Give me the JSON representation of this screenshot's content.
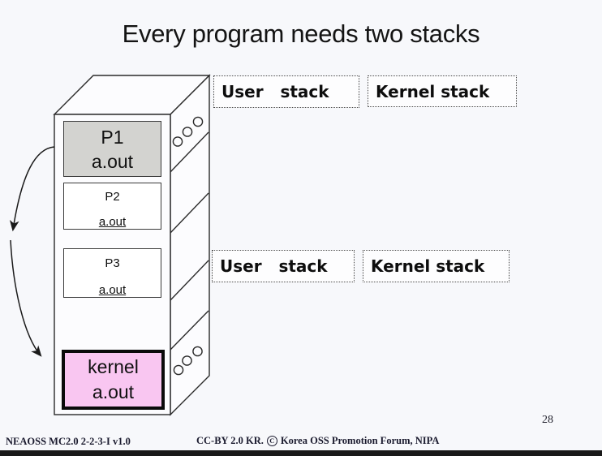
{
  "slide": {
    "title": "Every program needs two stacks",
    "page_number": "28",
    "colors": {
      "background": "#f7f8fb",
      "p1_fill": "#d3d3d0",
      "kernel_fill": "#f9c6f1",
      "line": "#2a2a2a"
    }
  },
  "memory_tower": {
    "slots": [
      {
        "id": "p1",
        "line1": "P1",
        "line2": "a.out"
      },
      {
        "id": "p2",
        "line1": "P2",
        "line2": "a.out"
      },
      {
        "id": "p3",
        "line1": "P3",
        "line2": "a.out"
      },
      {
        "id": "kernel",
        "line1": "kernel",
        "line2": "a.out"
      }
    ]
  },
  "stack_labels": {
    "top": [
      {
        "label": "User   stack"
      },
      {
        "label": "Kernel stack"
      }
    ],
    "middle": [
      {
        "label": "User   stack"
      },
      {
        "label": "Kernel stack"
      }
    ]
  },
  "footer": {
    "left": "NEAOSS MC2.0 2-2-3-I v1.0",
    "license_prefix": "CC-BY 2.0 KR.",
    "cc_symbol": "C",
    "license_suffix": "Korea OSS Promotion Forum, NIPA"
  }
}
